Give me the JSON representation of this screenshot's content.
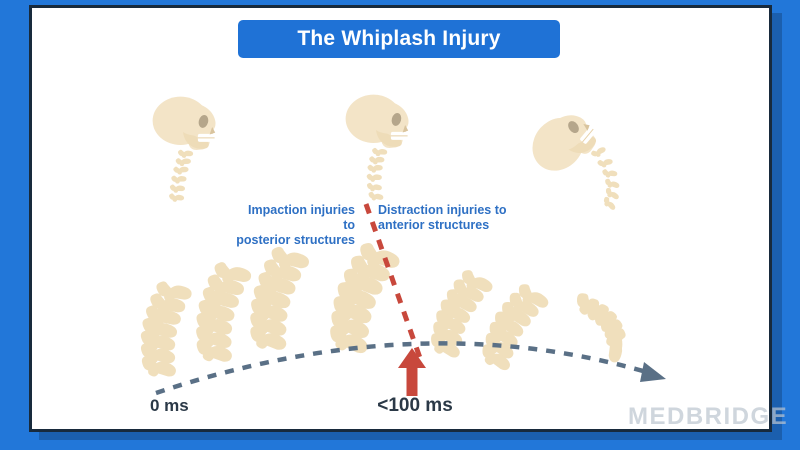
{
  "title": {
    "label": "The Whiplash Injury"
  },
  "annotations": {
    "impaction": {
      "line1": "Impaction injuries to",
      "line2": "posterior structures"
    },
    "distraction": {
      "line1": "Distraction injuries to",
      "line2": "anterior structures"
    }
  },
  "timeline": {
    "start_label": "0 ms",
    "impact_label": "<100 ms"
  },
  "watermark": "MEDBRIDGE",
  "figures": {
    "skulls": [
      "skull-neutral",
      "skull-retraction",
      "skull-extension"
    ],
    "spine_column_count": 7,
    "injury_boundary": "red dashed line separating impaction (posterior) from distraction (anterior) injuries",
    "motion_arc": "dashed arc from 0 ms to extension with arrowhead"
  },
  "colors": {
    "background": "#2277d9",
    "panel": "#ffffff",
    "panel_border": "#182a3c",
    "panel_shadow": "#1b5fae",
    "title_bg": "#1f72d6",
    "title_text": "#ffffff",
    "bone": "#f3e4c7",
    "bone_shade": "#e6d1a9",
    "eye_socket": "#b5a68b",
    "teeth": "#ffffff",
    "injury_red": "#c8483c",
    "motion_arc_gray": "#5a7086",
    "annotation_blue": "#2e70c4",
    "label_dark": "#2b3947"
  }
}
